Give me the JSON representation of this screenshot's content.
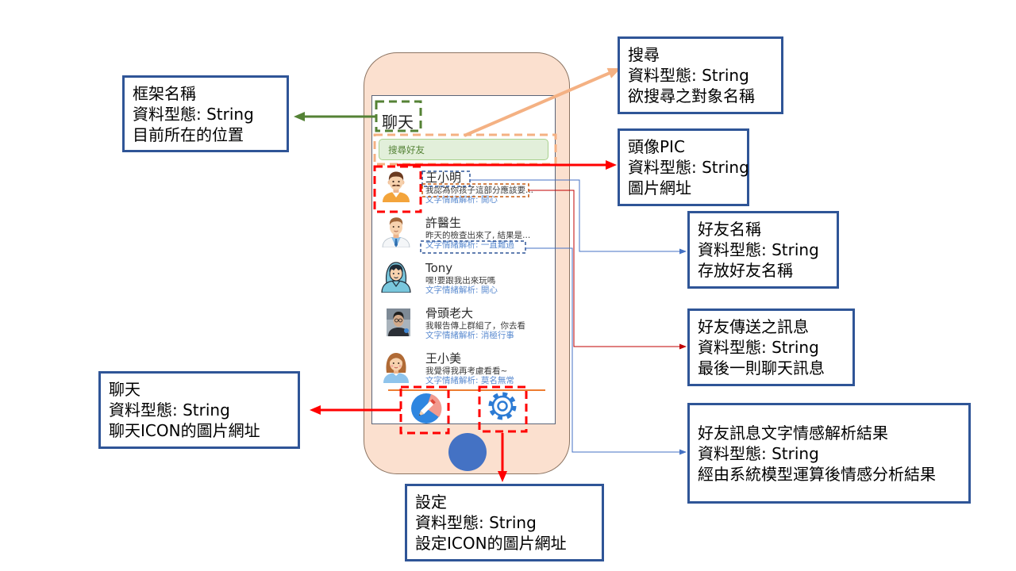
{
  "app": {
    "frame_title": "聊天",
    "search_placeholder": "搜尋好友",
    "contacts": [
      {
        "name": "王小明",
        "last_message": "我認為你孩子這部分應該要...",
        "sentiment": "文字情緒解析: 開心",
        "avatar_icon": "mustache-man-avatar"
      },
      {
        "name": "許醫生",
        "last_message": "昨天的檢查出來了, 結果是...",
        "sentiment": "文字情緒解析: 一直難過",
        "avatar_icon": "doctor-avatar"
      },
      {
        "name": "Tony",
        "last_message": "嘿!要跟我出來玩嗎",
        "sentiment": "文字情緒解析: 開心",
        "avatar_icon": "hoodie-man-avatar"
      },
      {
        "name": "骨頭老大",
        "last_message": "我報告傳上群組了，你去看",
        "sentiment": "文字情緒解析: 消極行事",
        "avatar_icon": "photo-avatar"
      },
      {
        "name": "王小美",
        "last_message": "我覺得我再考慮看看~",
        "sentiment": "文字情緒解析: 莫名無常",
        "avatar_icon": "girl-avatar"
      }
    ],
    "nav": {
      "chat_icon": "chat-icon",
      "settings_icon": "gear-icon"
    }
  },
  "annotations": {
    "search": {
      "title": "搜尋",
      "type": "資料型態: String",
      "description": "欲搜尋之對象名稱"
    },
    "frame_name": {
      "title": "框架名稱",
      "type": "資料型態: String",
      "description": "目前所在的位置"
    },
    "avatar": {
      "title": "頭像PIC",
      "type": "資料型態: String",
      "description": "圖片網址"
    },
    "friend_name": {
      "title": "好友名稱",
      "type": "資料型態: String",
      "description": "存放好友名稱"
    },
    "friend_message": {
      "title": "好友傳送之訊息",
      "type": "資料型態: String",
      "description": "最後一則聊天訊息"
    },
    "sentiment": {
      "title": "好友訊息文字情感解析結果",
      "type": "資料型態: String",
      "description": "經由系統模型運算後情感分析結果"
    },
    "chat": {
      "title": "聊天",
      "type": "資料型態: String",
      "description": "聊天ICON的圖片網址"
    },
    "settings": {
      "title": "設定",
      "type": "資料型態: String",
      "description": "設定ICON的圖片網址"
    }
  },
  "colors": {
    "annotation_border": "#2F5597",
    "phone_body": "#FBE0CF",
    "home_button": "#4472C4",
    "search_fill": "#E2EFDA",
    "divider": "#ED7D31",
    "sentiment_text": "#5B8BD0"
  }
}
